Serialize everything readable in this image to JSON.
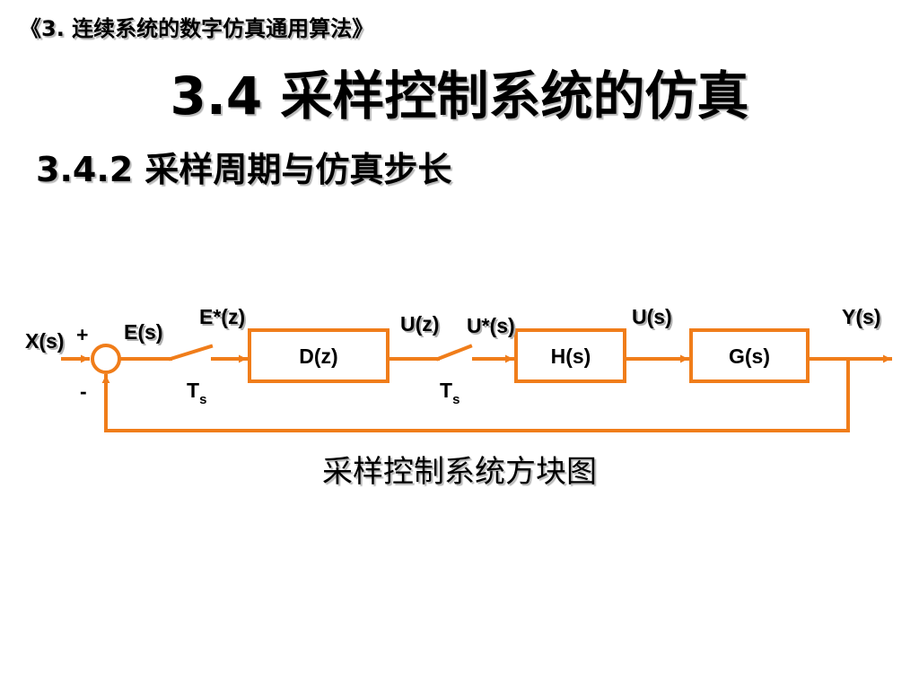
{
  "header": {
    "course_title": "《3. 连续系统的数字仿真通用算法》",
    "page_title": "3.4 采样控制系统的仿真",
    "section_title": "3.4.2 采样周期与仿真步长"
  },
  "diagram": {
    "line_color": "#f07d1a",
    "signals": {
      "input": "X(s)",
      "error": "E(s)",
      "sampled_error": "E*(z)",
      "controller_out": "U(z)",
      "sampled_control": "U*(s)",
      "hold_out": "U(s)",
      "output": "Y(s)"
    },
    "blocks": {
      "controller": "D(z)",
      "hold": "H(s)",
      "plant": "G(s)"
    },
    "summing_signs": {
      "plus": "+",
      "minus": "-"
    },
    "sampler": {
      "symbol": "T",
      "subscript": "s"
    },
    "caption": "采样控制系统方块图"
  }
}
